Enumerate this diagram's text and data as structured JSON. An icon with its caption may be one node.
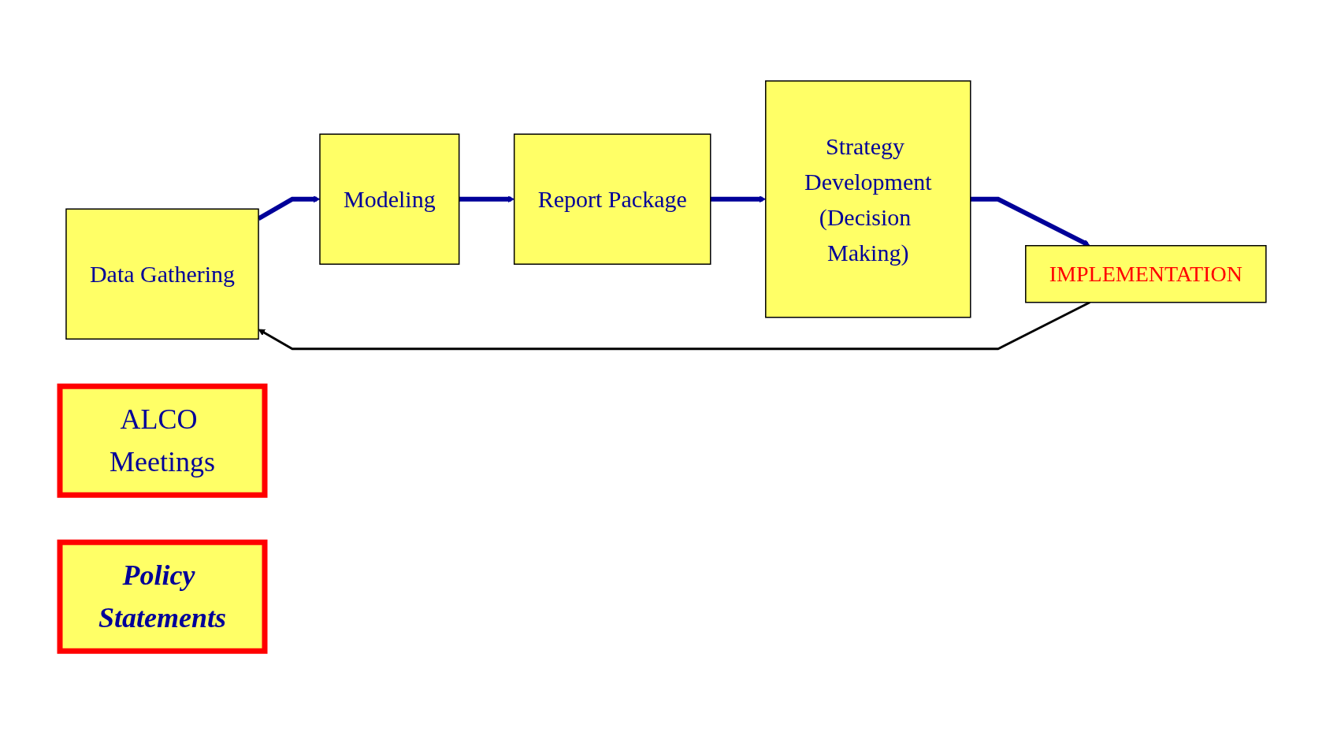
{
  "diagram": {
    "nodes": [
      {
        "text": [
          "Data Gathering"
        ]
      },
      {
        "text": [
          "Modeling"
        ]
      },
      {
        "text": [
          "ALCO Meetings"
        ]
      },
      {
        "text": [
          "Report Package"
        ]
      },
      {
        "text": [
          "Strategy Development",
          "(Decision Making)"
        ]
      },
      {
        "text": [
          "IMPLEMENTATION"
        ]
      },
      {
        "text": [
          "Policy Statements"
        ]
      }
    ],
    "edges": [
      {
        "from": 0,
        "to": 1,
        "arrow": "to"
      },
      {
        "from": 1,
        "to": 3,
        "arrow": "to"
      },
      {
        "from": 3,
        "to": 4,
        "arrow": "to"
      },
      {
        "from": 4,
        "to": 5,
        "arrow": "to"
      },
      {
        "from": 5,
        "to": 0,
        "arrow": "to",
        "color": "#000000"
      }
    ]
  }
}
